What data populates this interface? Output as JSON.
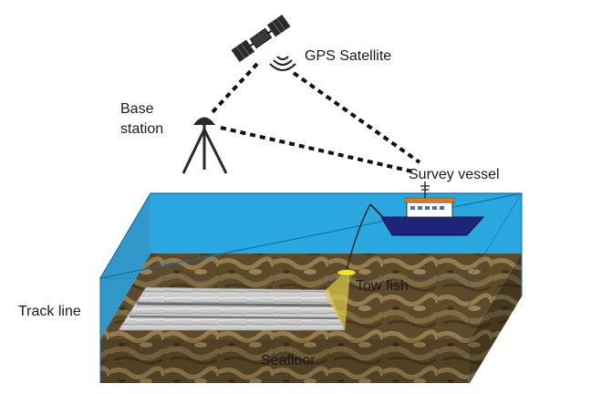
{
  "labels": {
    "gps_satellite": "GPS Satellite",
    "base_station_line1": "Base",
    "base_station_line2": "station",
    "survey_vessel": "Survey vessel",
    "tow_fish": "Tow fish",
    "track_line": "Track line",
    "seafloor": "Seafloor"
  },
  "colors": {
    "water": "#1fa2dc",
    "water_top_edge": "#0d6fa8",
    "seafloor_base": "#5d4a2a",
    "seafloor_light": "#a08a5a",
    "sonar_strip": "#c9c9c9",
    "tow_fish": "#f0e030",
    "sonar_beam": "#d8c64a",
    "vessel_hull": "#1e2478",
    "vessel_cabin": "#ffffff",
    "vessel_roof": "#e07a1a",
    "signal_line": "#111111"
  }
}
